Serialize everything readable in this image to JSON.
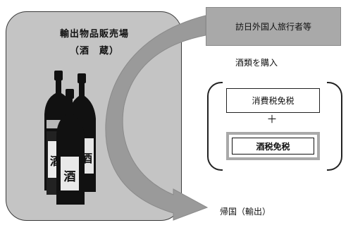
{
  "shop": {
    "title_line1": "輸出物品販売場",
    "title_line2": "（酒　蔵）"
  },
  "bottles": {
    "labels": [
      "酒",
      "酒",
      "酒"
    ]
  },
  "visitor": {
    "label": "訪日外国人旅行者等"
  },
  "purchase": {
    "label": "酒類を購入"
  },
  "tax": {
    "consumption": "消費税免税",
    "plus": "＋",
    "liquor": "酒税免税"
  },
  "return": {
    "label": "帰国（輸出）"
  },
  "colors": {
    "panel": "#c4c4c4",
    "visitor_box": "#a9a9a9",
    "arrow": "#9a9a9a",
    "bottle": "#111111"
  }
}
